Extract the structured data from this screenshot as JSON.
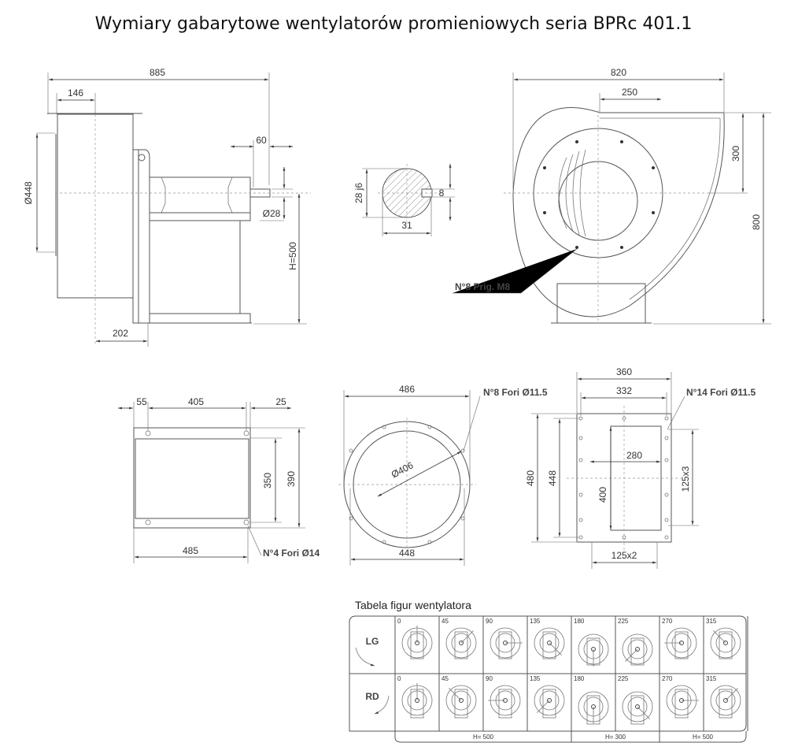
{
  "title": "Wymiary gabarytowe wentylatorów promieniowych seria BPRc 401.1",
  "side_view": {
    "overall_length": "885",
    "inlet_offset": "146",
    "shaft_length": "60",
    "inlet_diameter": "Ø448",
    "shaft_diameter": "Ø28",
    "height": "H=500",
    "base_offset": "202"
  },
  "shaft_section": {
    "diameter": "28 j6",
    "key_width": "8",
    "key_depth": "31"
  },
  "front_view": {
    "width": "820",
    "outlet_offset": "250",
    "outlet_height": "300",
    "height": "800",
    "studs_label": "N°8 Prig. M8"
  },
  "base_view": {
    "dim_left": "55",
    "dim_holes": "405",
    "dim_right": "25",
    "dim_inner": "350",
    "dim_outer": "390",
    "dim_length": "485",
    "holes_label": "N°4 Fori Ø14"
  },
  "inlet_flange": {
    "outer": "486",
    "bolt_circle": "Ø406",
    "inner": "448",
    "holes_label": "N°8 Fori Ø11.5"
  },
  "outlet_flange": {
    "outer_width": "360",
    "bolt_width": "332",
    "opening_width": "280",
    "opening_height": "400",
    "outer_height": "480",
    "bolt_height": "448",
    "pitch_v": "125x3",
    "pitch_h": "125x2",
    "holes_label": "N°14 Fori Ø11.5"
  },
  "table": {
    "title": "Tabela figur wentylatora",
    "rows": [
      {
        "label": "LG"
      },
      {
        "label": "RD"
      }
    ],
    "angles": [
      "0",
      "45",
      "90",
      "135",
      "180",
      "225",
      "270",
      "315"
    ],
    "heights": [
      "H= 500",
      "H= 300",
      "H= 500"
    ]
  }
}
